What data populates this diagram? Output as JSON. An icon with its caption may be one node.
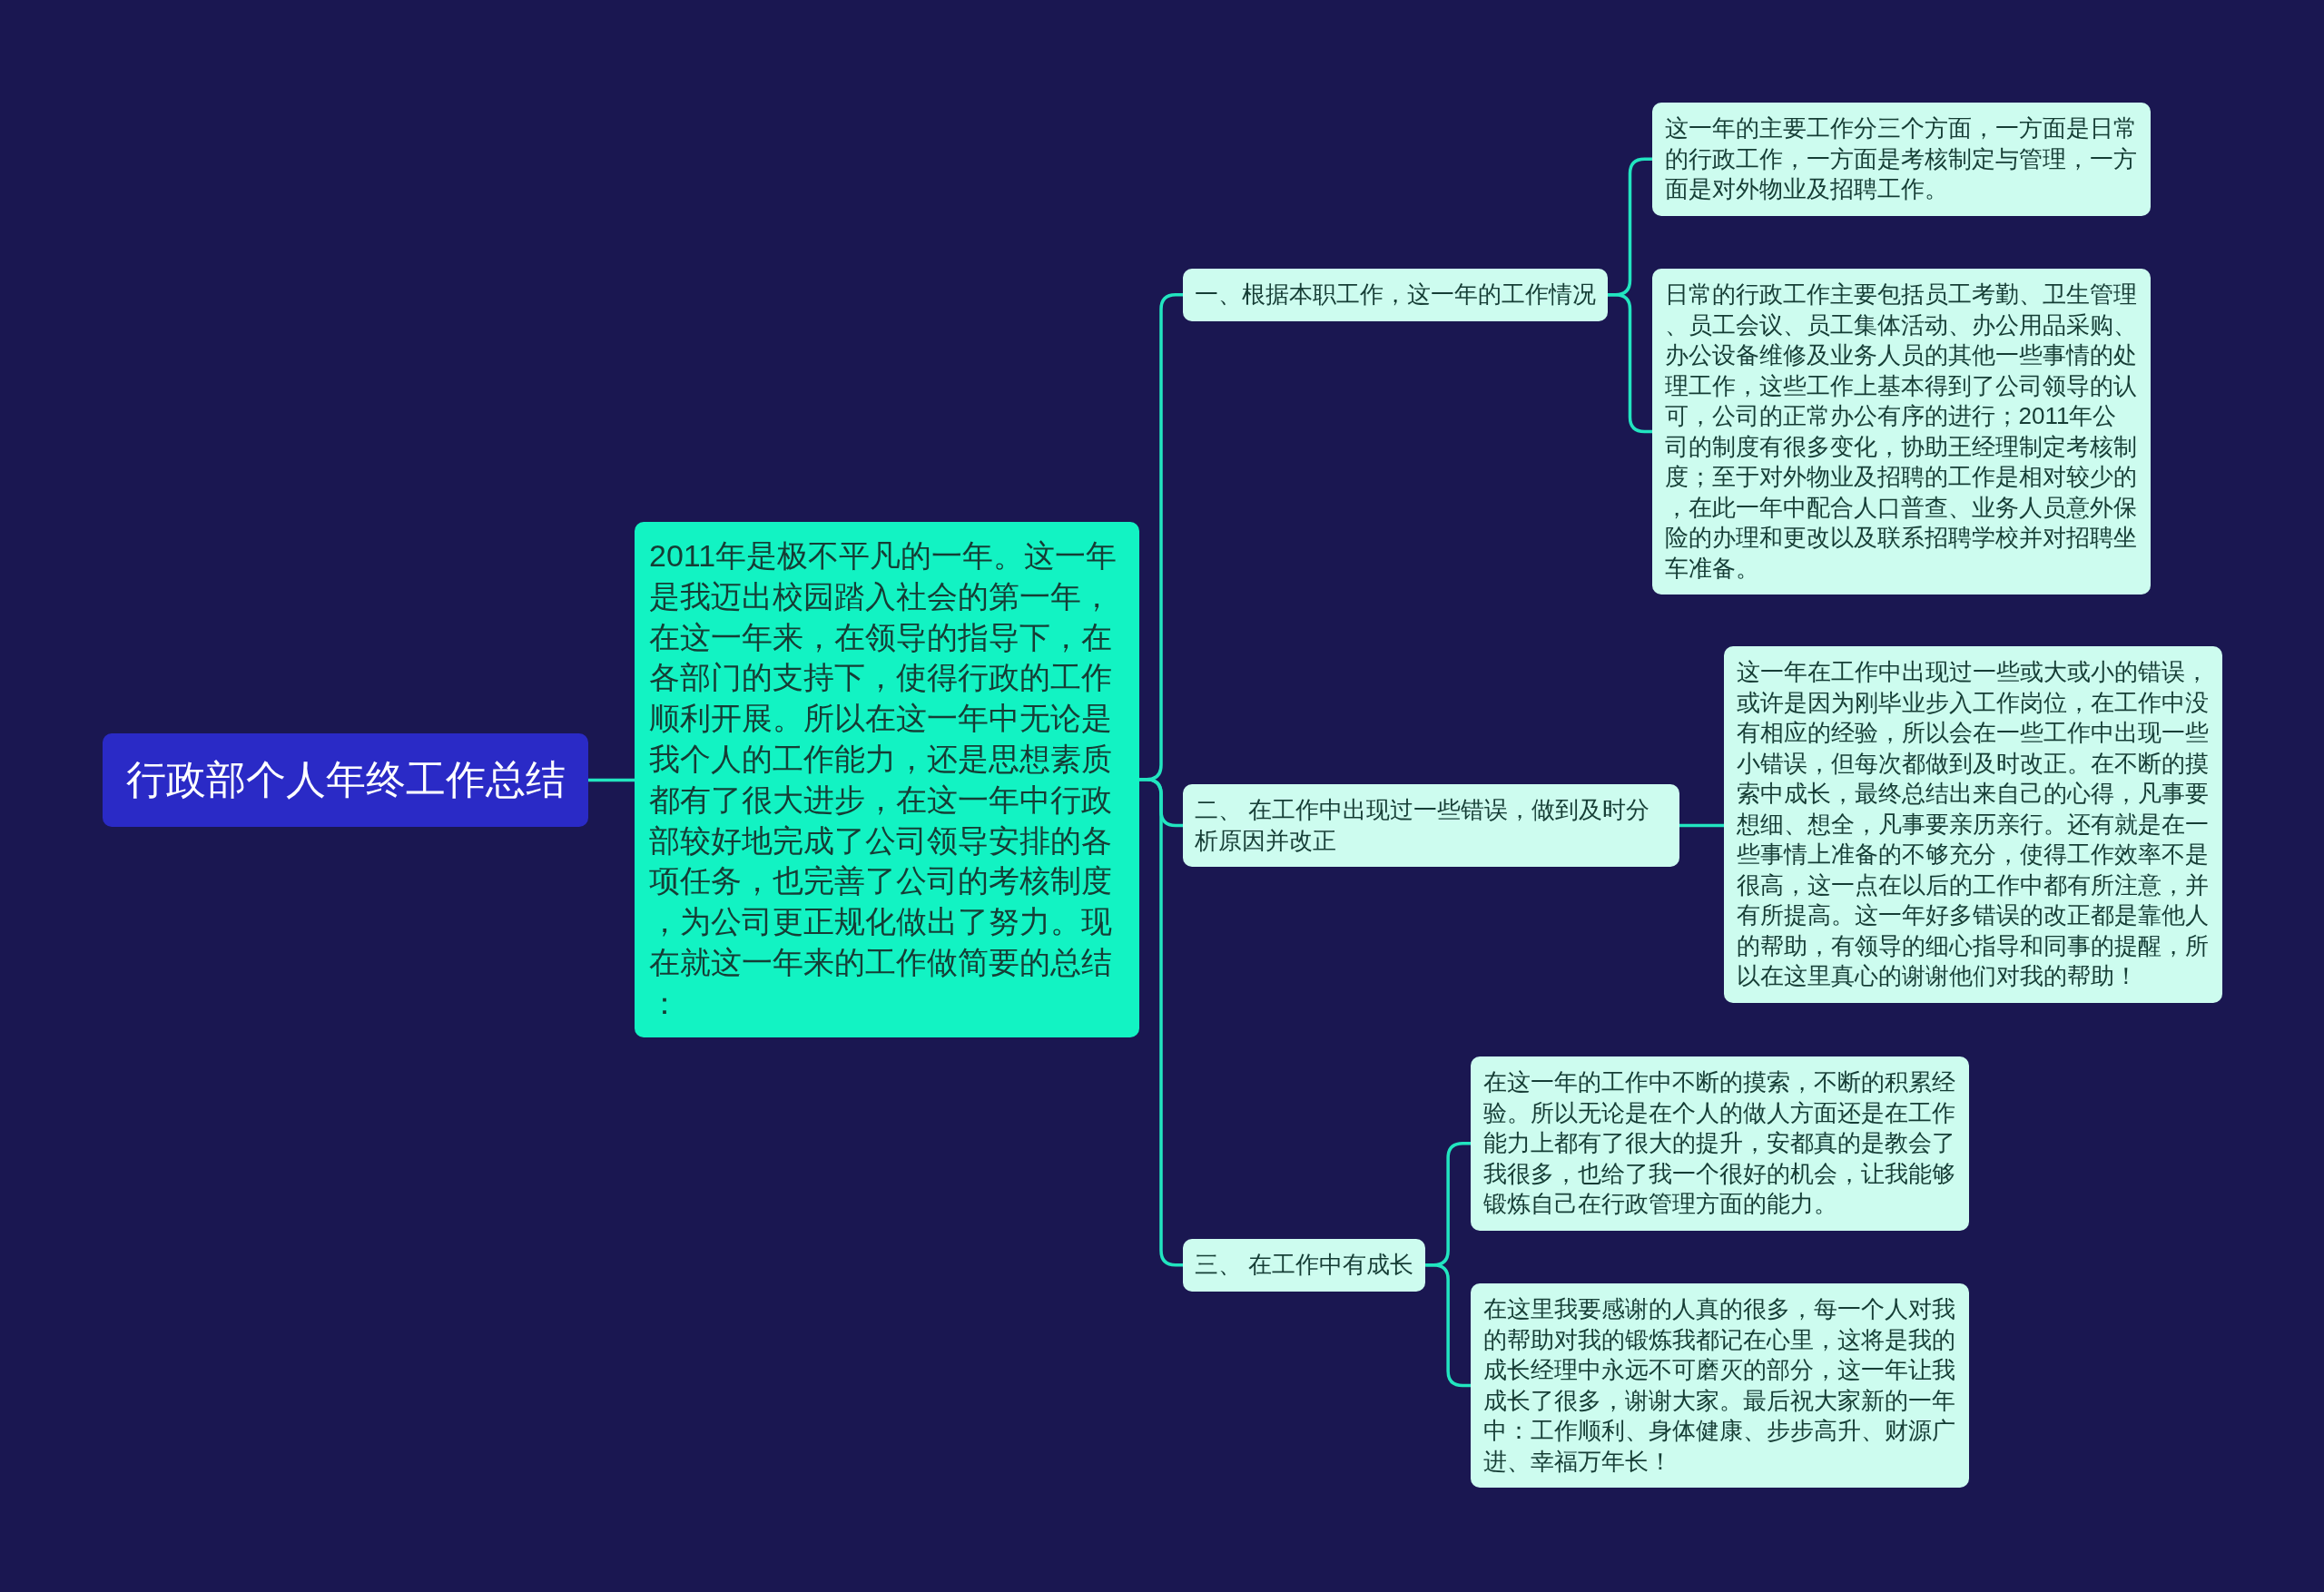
{
  "diagram": {
    "nodes": [
      {
        "text": [
          "行政部个人年终工作总结"
        ]
      },
      {
        "text": [
          "2011年是极不平凡的一年。这一年是我迈出校园踏入社会的第一年，在这一年来，在领导的指导下，在各部门的支持下，使得行政的工作顺利开展。所以在这一年中无论是我个人的工作能力，还是思想素质都有了很大进步，在这一年中行政部较好地完成了公司领导安排的各项任务，也完善了公司的考核制度，为公司更正规化做出了努力。现在就这一年来的工作做简要的总结："
        ]
      },
      {
        "text": [
          "一、根据本职工作，这一年的工作情况"
        ]
      },
      {
        "text": [
          "这一年的主要工作分三个方面，一方面是日常的行政工作，一方面是考核制定与管理，一方面是对外物业及招聘工作。"
        ]
      },
      {
        "text": [
          "日常的行政工作主要包括员工考勤、卫生管理、员工会议、员工集体活动、办公用品采购、办公设备维修及业务人员的其他一些事情的处理工作，这些工作上基本得到了公司领导的认可，公司的正常办公有序的进行；2011年公司的制度有很多变化，协助王经理制定考核制度；至于对外物业及招聘的工作是相对较少的，在此一年中配合人口普查、业务人员意外保险的办理和更改以及联系招聘学校并对招聘坐车准备。"
        ]
      },
      {
        "text": [
          "二、 在工作中出现过一些错误，做到及时分析原因并改正"
        ]
      },
      {
        "text": [
          "这一年在工作中出现过一些或大或小的错误，或许是因为刚毕业步入工作岗位，在工作中没有相应的经验，所以会在一些工作中出现一些小错误，但每次都做到及时改正。在不断的摸索中成长，最终总结出来自己的心得，凡事要想细、想全，凡事要亲历亲行。还有就是在一些事情上准备的不够充分，使得工作效率不是很高，这一点在以后的工作中都有所注意，并有所提高。这一年好多错误的改正都是靠他人的帮助，有领导的细心指导和同事的提醒，所以在这里真心的谢谢他们对我的帮助！"
        ]
      },
      {
        "text": [
          "三、 在工作中有成长"
        ]
      },
      {
        "text": [
          "在这一年的工作中不断的摸索，不断的积累经验。所以无论是在个人的做人方面还是在工作能力上都有了很大的提升，安都真的是教会了我很多，也给了我一个很好的机会，让我能够锻炼自己在行政管理方面的能力。"
        ]
      },
      {
        "text": [
          "在这里我要感谢的人真的很多，每一个人对我的帮助对我的锻炼我都记在心里，这将是我的成长经理中永远不可磨灭的部分，这一年让我成长了很多，谢谢大家。最后祝大家新的一年中：工作顺利、身体健康、步步高升、财源广进、幸福万年长！"
        ]
      }
    ],
    "edges": [
      {
        "from": 0,
        "to": 1,
        "arrow": "none"
      },
      {
        "from": 1,
        "to": 2,
        "arrow": "none"
      },
      {
        "from": 1,
        "to": 5,
        "arrow": "none"
      },
      {
        "from": 1,
        "to": 7,
        "arrow": "none"
      },
      {
        "from": 2,
        "to": 3,
        "arrow": "none"
      },
      {
        "from": 2,
        "to": 4,
        "arrow": "none"
      },
      {
        "from": 5,
        "to": 6,
        "arrow": "none"
      },
      {
        "from": 7,
        "to": 8,
        "arrow": "none"
      },
      {
        "from": 7,
        "to": 9,
        "arrow": "none"
      }
    ]
  }
}
